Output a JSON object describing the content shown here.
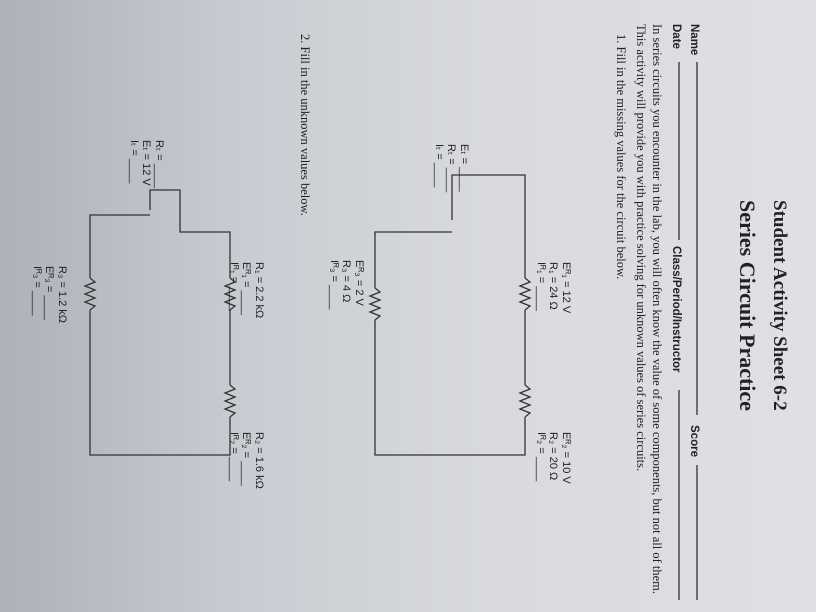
{
  "header": {
    "sheet_title": "Student Activity Sheet 6-2",
    "main_title": "Series Circuit Practice",
    "name_label": "Name",
    "score_label": "Score",
    "date_label": "Date",
    "class_label": "Class/Period/Instructor"
  },
  "intro": {
    "line1": "In series circuits you encounter in the lab, you will often know the value of some components, but not all of them.",
    "line2": "This activity will provide you with practice solving for unknown values of series circuits."
  },
  "q1": {
    "prompt": "1.  Fill in the missing values for the circuit below.",
    "source": [
      "Eₜ = ____",
      "Rₜ = ____",
      "Iₜ = ____"
    ],
    "r1": [
      "Eᴿ₁ = 12 V",
      "R₁ = 24 Ω",
      "Iᴿ₁ = ____"
    ],
    "r2": [
      "Eᴿ₂ = 10 V",
      "R₂ = 20 Ω",
      "Iᴿ₂ = ____"
    ],
    "r3": [
      "Eᴿ₃ = 2 V",
      "R₃ = 4 Ω",
      "Iᴿ₃ = ____"
    ]
  },
  "q2": {
    "prompt": "2.  Fill in the unknown values below.",
    "source": [
      "Rₜ = ____",
      "Eₜ = 12 V",
      "Iₜ = ____"
    ],
    "r1": [
      "R₁ = 2.2 kΩ",
      "Eᴿ₁ = ____",
      "Iᴿ₁ = ____"
    ],
    "r2": [
      "R₂ = 1.6 kΩ",
      "Eᴿ₂ = ____",
      "Iᴿ₂ = ____"
    ],
    "r3": [
      "R₃ = 1.2 kΩ",
      "Eᴿ₃ = ____",
      "Iᴿ₃ = ____"
    ]
  }
}
